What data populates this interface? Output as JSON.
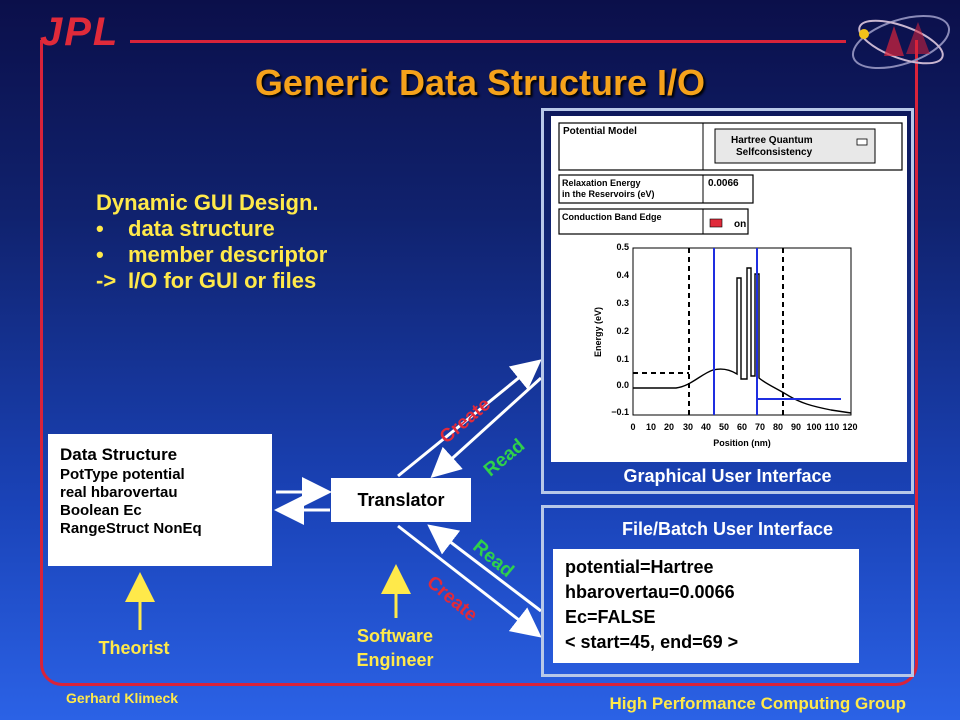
{
  "title": "Generic Data Structure I/O",
  "logo": {
    "jpl": "JPL"
  },
  "intro": {
    "heading": "Dynamic GUI Design.",
    "items": [
      {
        "marker": "•",
        "text": "data structure"
      },
      {
        "marker": "•",
        "text": "member descriptor"
      },
      {
        "marker": "->",
        "text": "I/O for GUI or files"
      }
    ]
  },
  "data_structure": {
    "heading": "Data Structure",
    "lines": [
      "PotType potential",
      "real hbarovertau",
      "Boolean Ec",
      "RangeStruct NonEq"
    ]
  },
  "translator": "Translator",
  "roles": {
    "theorist": "Theorist",
    "engineer_line1": "Software",
    "engineer_line2": "Engineer"
  },
  "arrow_labels": {
    "create_top": "Create",
    "read_top": "Read",
    "read_bottom": "Read",
    "create_bottom": "Create"
  },
  "gui": {
    "label": "Graphical User Interface",
    "potential_model_label": "Potential Model",
    "potential_model_value_1": "Hartree Quantum",
    "potential_model_value_2": "Selfconsistency",
    "relaxation_label_1": "Relaxation Energy",
    "relaxation_label_2": "in the Reservoirs (eV)",
    "relaxation_value": "0.0066",
    "cbe_label": "Conduction Band Edge",
    "cbe_value": "on",
    "plot": {
      "xlabel": "Position (nm)",
      "ylabel": "Energy (eV)",
      "xticks": [
        "0",
        "10",
        "20",
        "30",
        "40",
        "50",
        "60",
        "70",
        "80",
        "90",
        "100",
        "110",
        "120"
      ],
      "yticks": [
        "0.5",
        "0.4",
        "0.3",
        "0.2",
        "0.1",
        "0.0",
        "−0.1"
      ]
    }
  },
  "file_batch": {
    "label": "File/Batch User Interface",
    "lines": [
      "potential=Hartree",
      "hbarovertau=0.0066",
      "Ec=FALSE",
      "< start=45, end=69 >"
    ]
  },
  "footer": {
    "left": "Gerhard Klimeck",
    "right": "High Performance Computing Group"
  },
  "colors": {
    "frame": "#d8233a",
    "title": "#f5a21b",
    "text": "#ffe94a",
    "create": "#e02a3a",
    "read": "#2fd14a"
  }
}
